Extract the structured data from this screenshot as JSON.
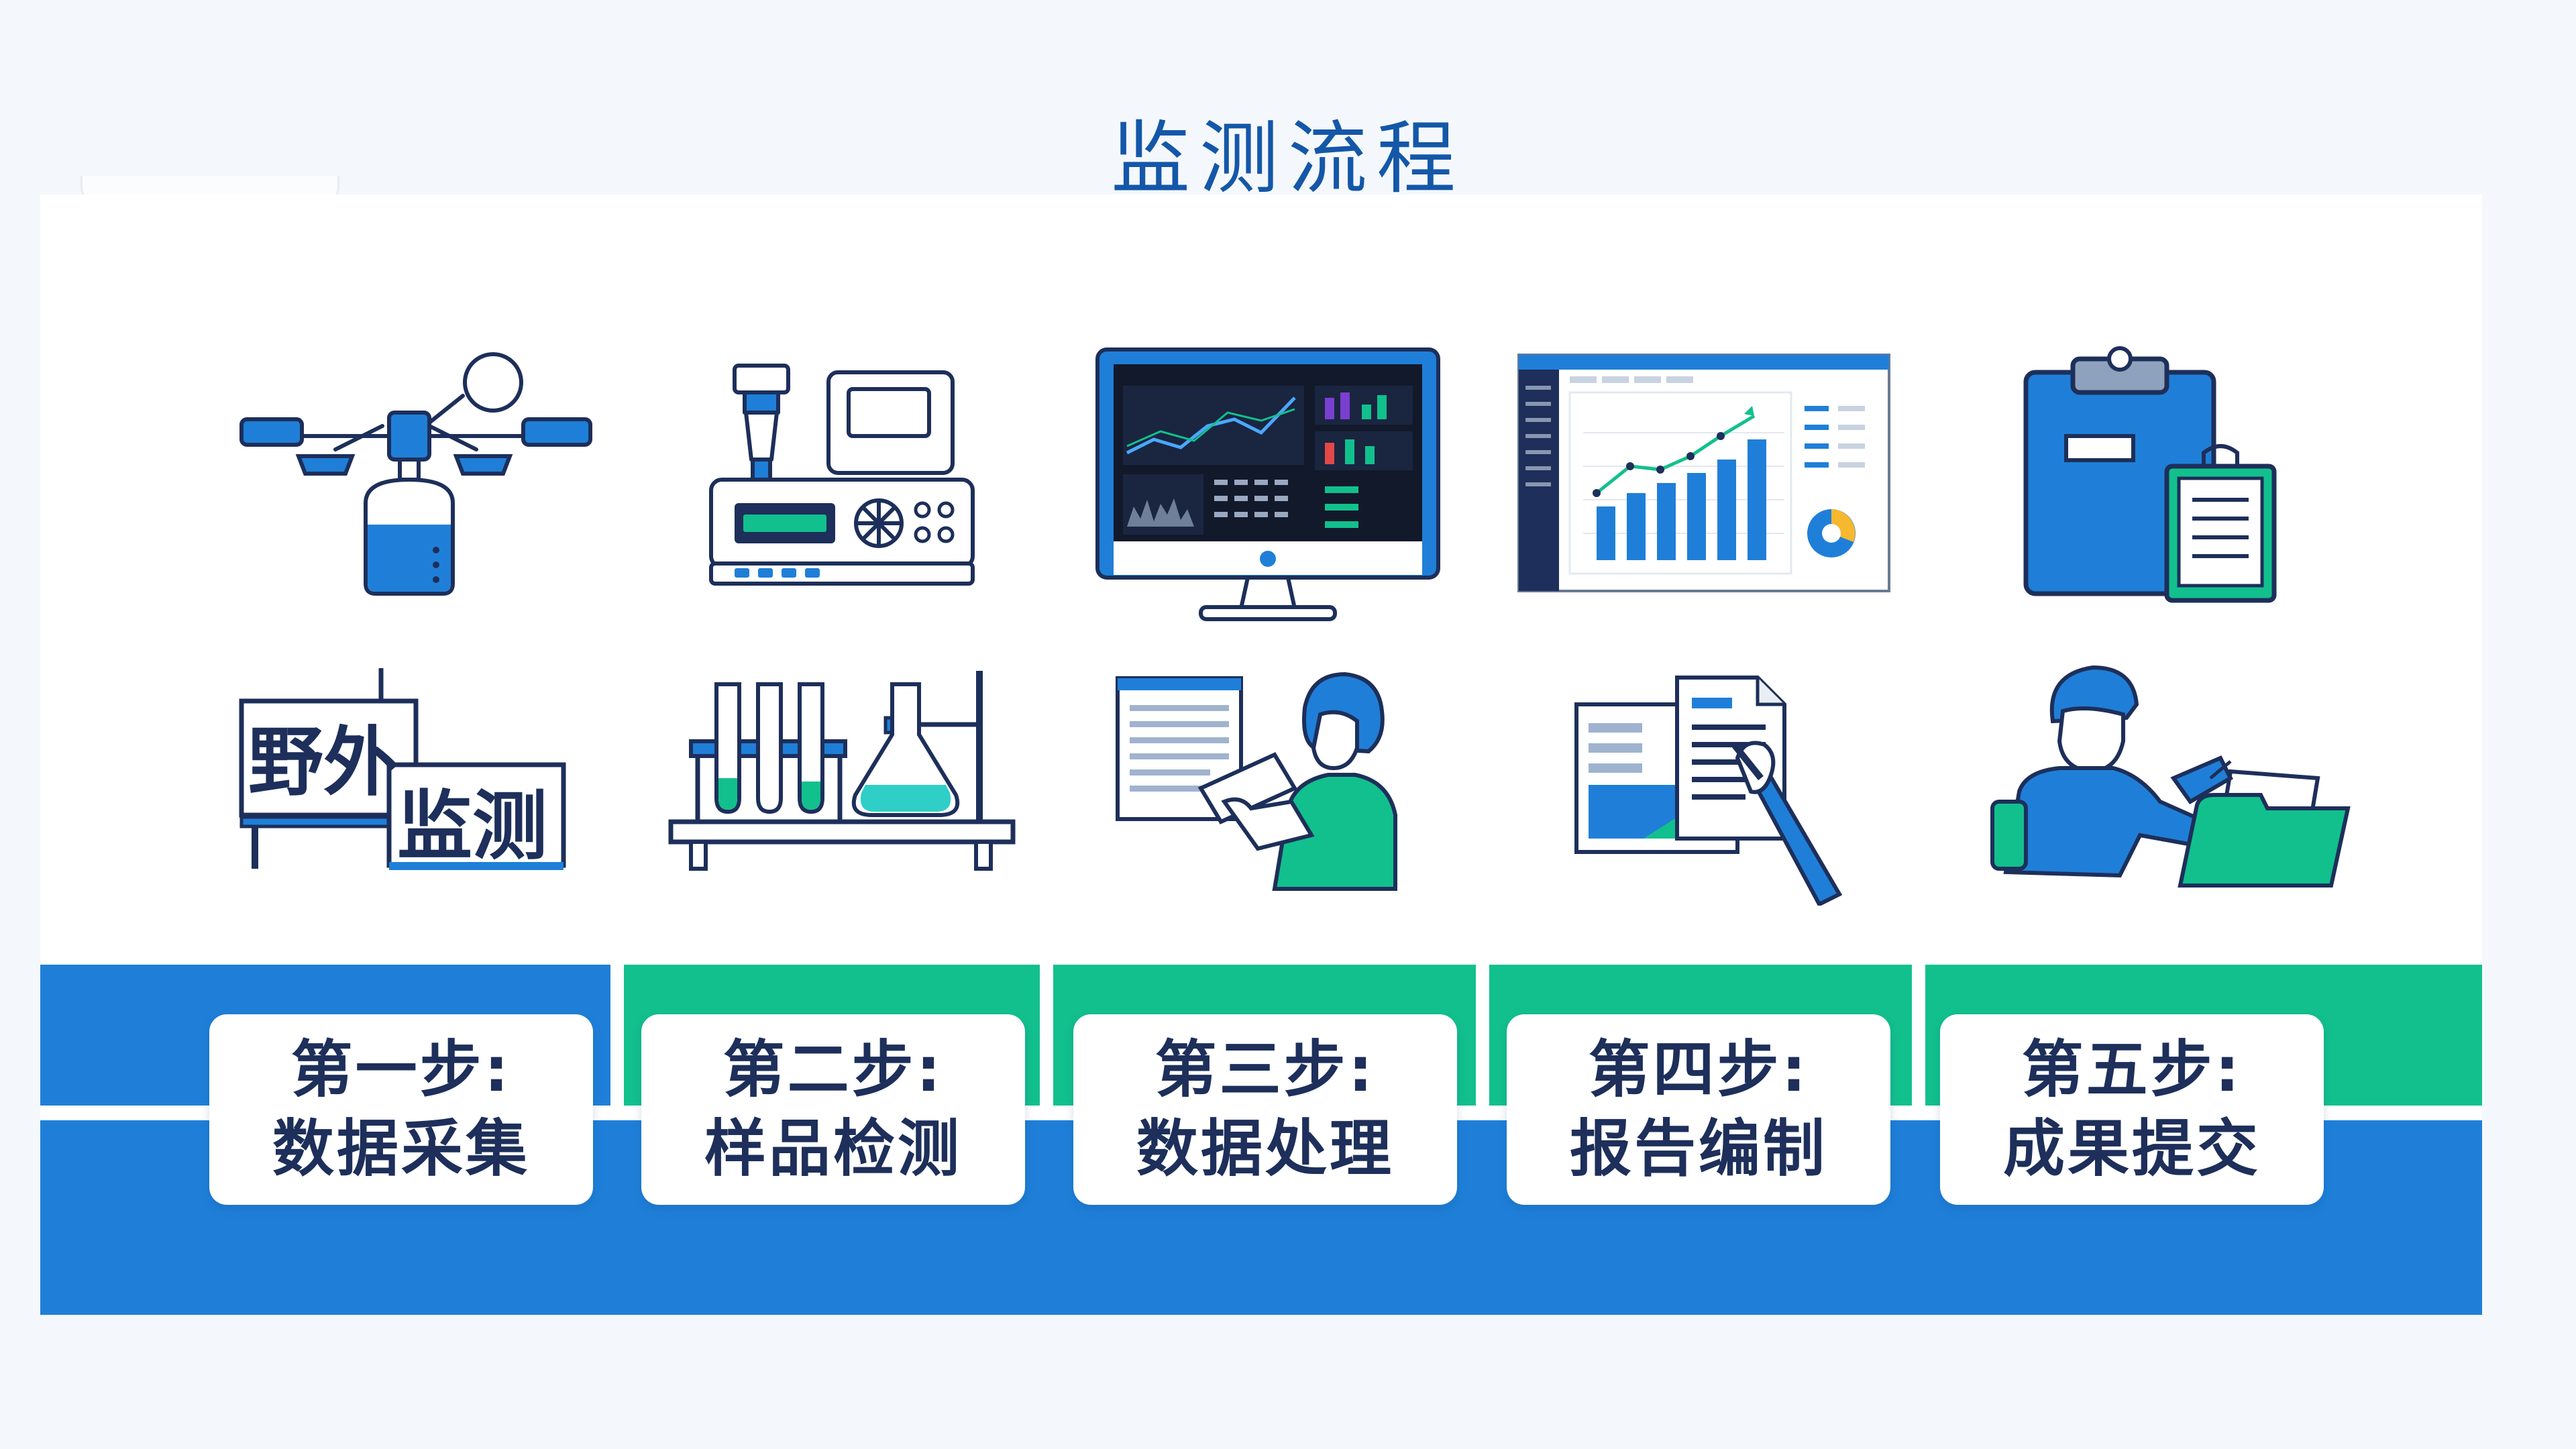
{
  "page": {
    "title": "监测流程"
  },
  "icon_labels": {
    "field_line1": "野外",
    "field_line2": "监测"
  },
  "steps": [
    {
      "label": "第一步:",
      "name": "数据采集",
      "icons": [
        "drone-sampler-icon",
        "field-monitoring-sign-icon"
      ]
    },
    {
      "label": "第二步:",
      "name": "样品检测",
      "icons": [
        "lab-analyzer-icon",
        "test-tubes-flask-icon"
      ]
    },
    {
      "label": "第三步:",
      "name": "数据处理",
      "icons": [
        "data-monitor-icon",
        "analyst-tablet-icon"
      ]
    },
    {
      "label": "第四步:",
      "name": "报告编制",
      "icons": [
        "dashboard-chart-icon",
        "report-document-icon"
      ]
    },
    {
      "label": "第五步:",
      "name": "成果提交",
      "icons": [
        "clipboard-icon",
        "worker-submitting-icon"
      ]
    }
  ],
  "colors": {
    "title": "#1457a8",
    "primary_blue": "#1f7fd8",
    "accent_green": "#12c08d",
    "card_text": "#1d2f5a",
    "background": "#f4f8fc"
  }
}
